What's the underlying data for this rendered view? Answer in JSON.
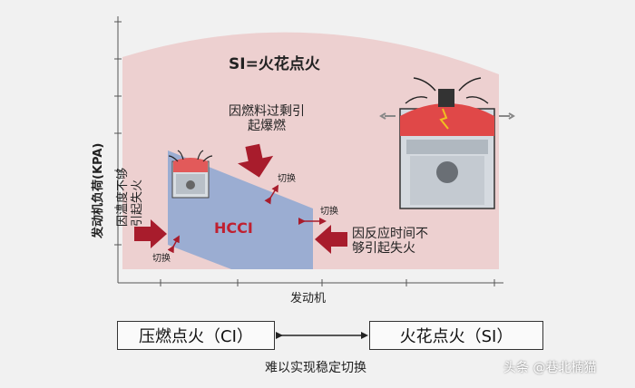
{
  "diagram": {
    "y_axis_label": "发动机负荷(KPA)",
    "x_axis_label": "发动机",
    "si_region_label": "SI=火花点火",
    "hcci_region_label": "HCCI",
    "knock_note": [
      "因燃料过剩引",
      "起爆燃"
    ],
    "low_temp_note": [
      "因温度不够",
      "引起失火"
    ],
    "misfire_note": [
      "因反应时间不",
      "够引起失火"
    ],
    "switch_label": "切换",
    "mode_ci": "压燃点火（CI）",
    "mode_si": "火花点火（SI）",
    "footer_caption": "难以实现稳定切换",
    "watermark": "头条 @巷北楠猫",
    "colors": {
      "si_region": "#edd0d0",
      "hcci_region": "#9badd2",
      "arrow": "#a81c2c",
      "piston": "#c8cdd3"
    },
    "icons": [
      "small-piston-icon",
      "large-piston-icon",
      "double-arrow-icon"
    ]
  }
}
